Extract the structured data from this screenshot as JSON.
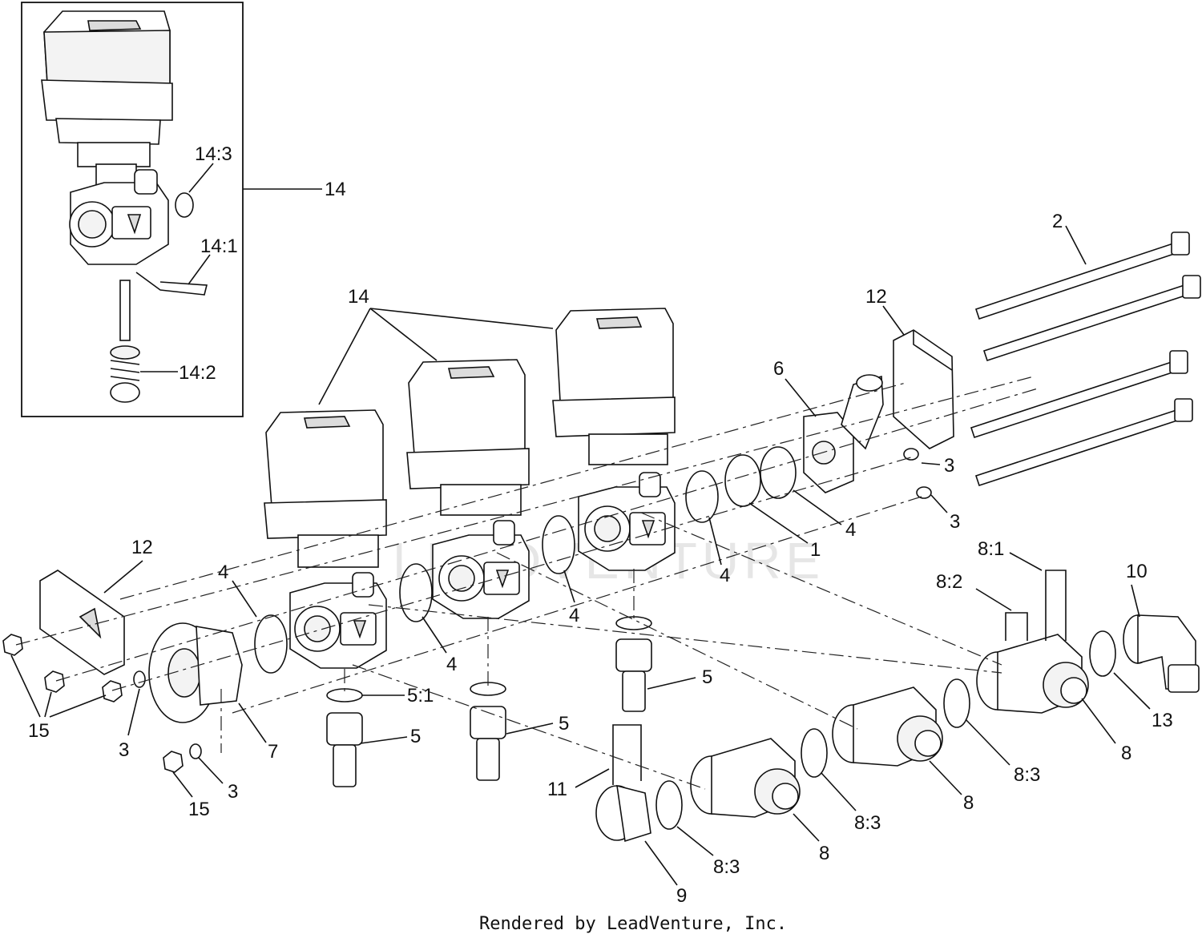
{
  "labels": {
    "l14_3": "14:3",
    "l14_inset": "14",
    "l14_1": "14:1",
    "l14_2": "14:2",
    "l14_main": "14",
    "l2": "2",
    "l12_top": "12",
    "l6": "6",
    "l3_a": "3",
    "l3_b": "3",
    "l4_a": "4",
    "l1": "1",
    "l4_b": "4",
    "l8_1": "8:1",
    "l10": "10",
    "l8_2": "8:2",
    "l12_left": "12",
    "l4_c": "4",
    "l4_d": "4",
    "l5_a": "5",
    "l4_e": "4",
    "l5_1": "5:1",
    "l5_b": "5",
    "l5_c": "5",
    "l13": "13",
    "l8_a": "8",
    "l8_3_a": "8:3",
    "l8_b": "8",
    "l15_a": "15",
    "l3_c": "3",
    "l7": "7",
    "l3_d": "3",
    "l15_b": "15",
    "l11": "11",
    "l8_3_b": "8:3",
    "l8_c": "8",
    "l8_3_c": "8:3",
    "l9": "9"
  },
  "footer": "Rendered by LeadVenture, Inc.",
  "watermark": "LEADVENTURE"
}
